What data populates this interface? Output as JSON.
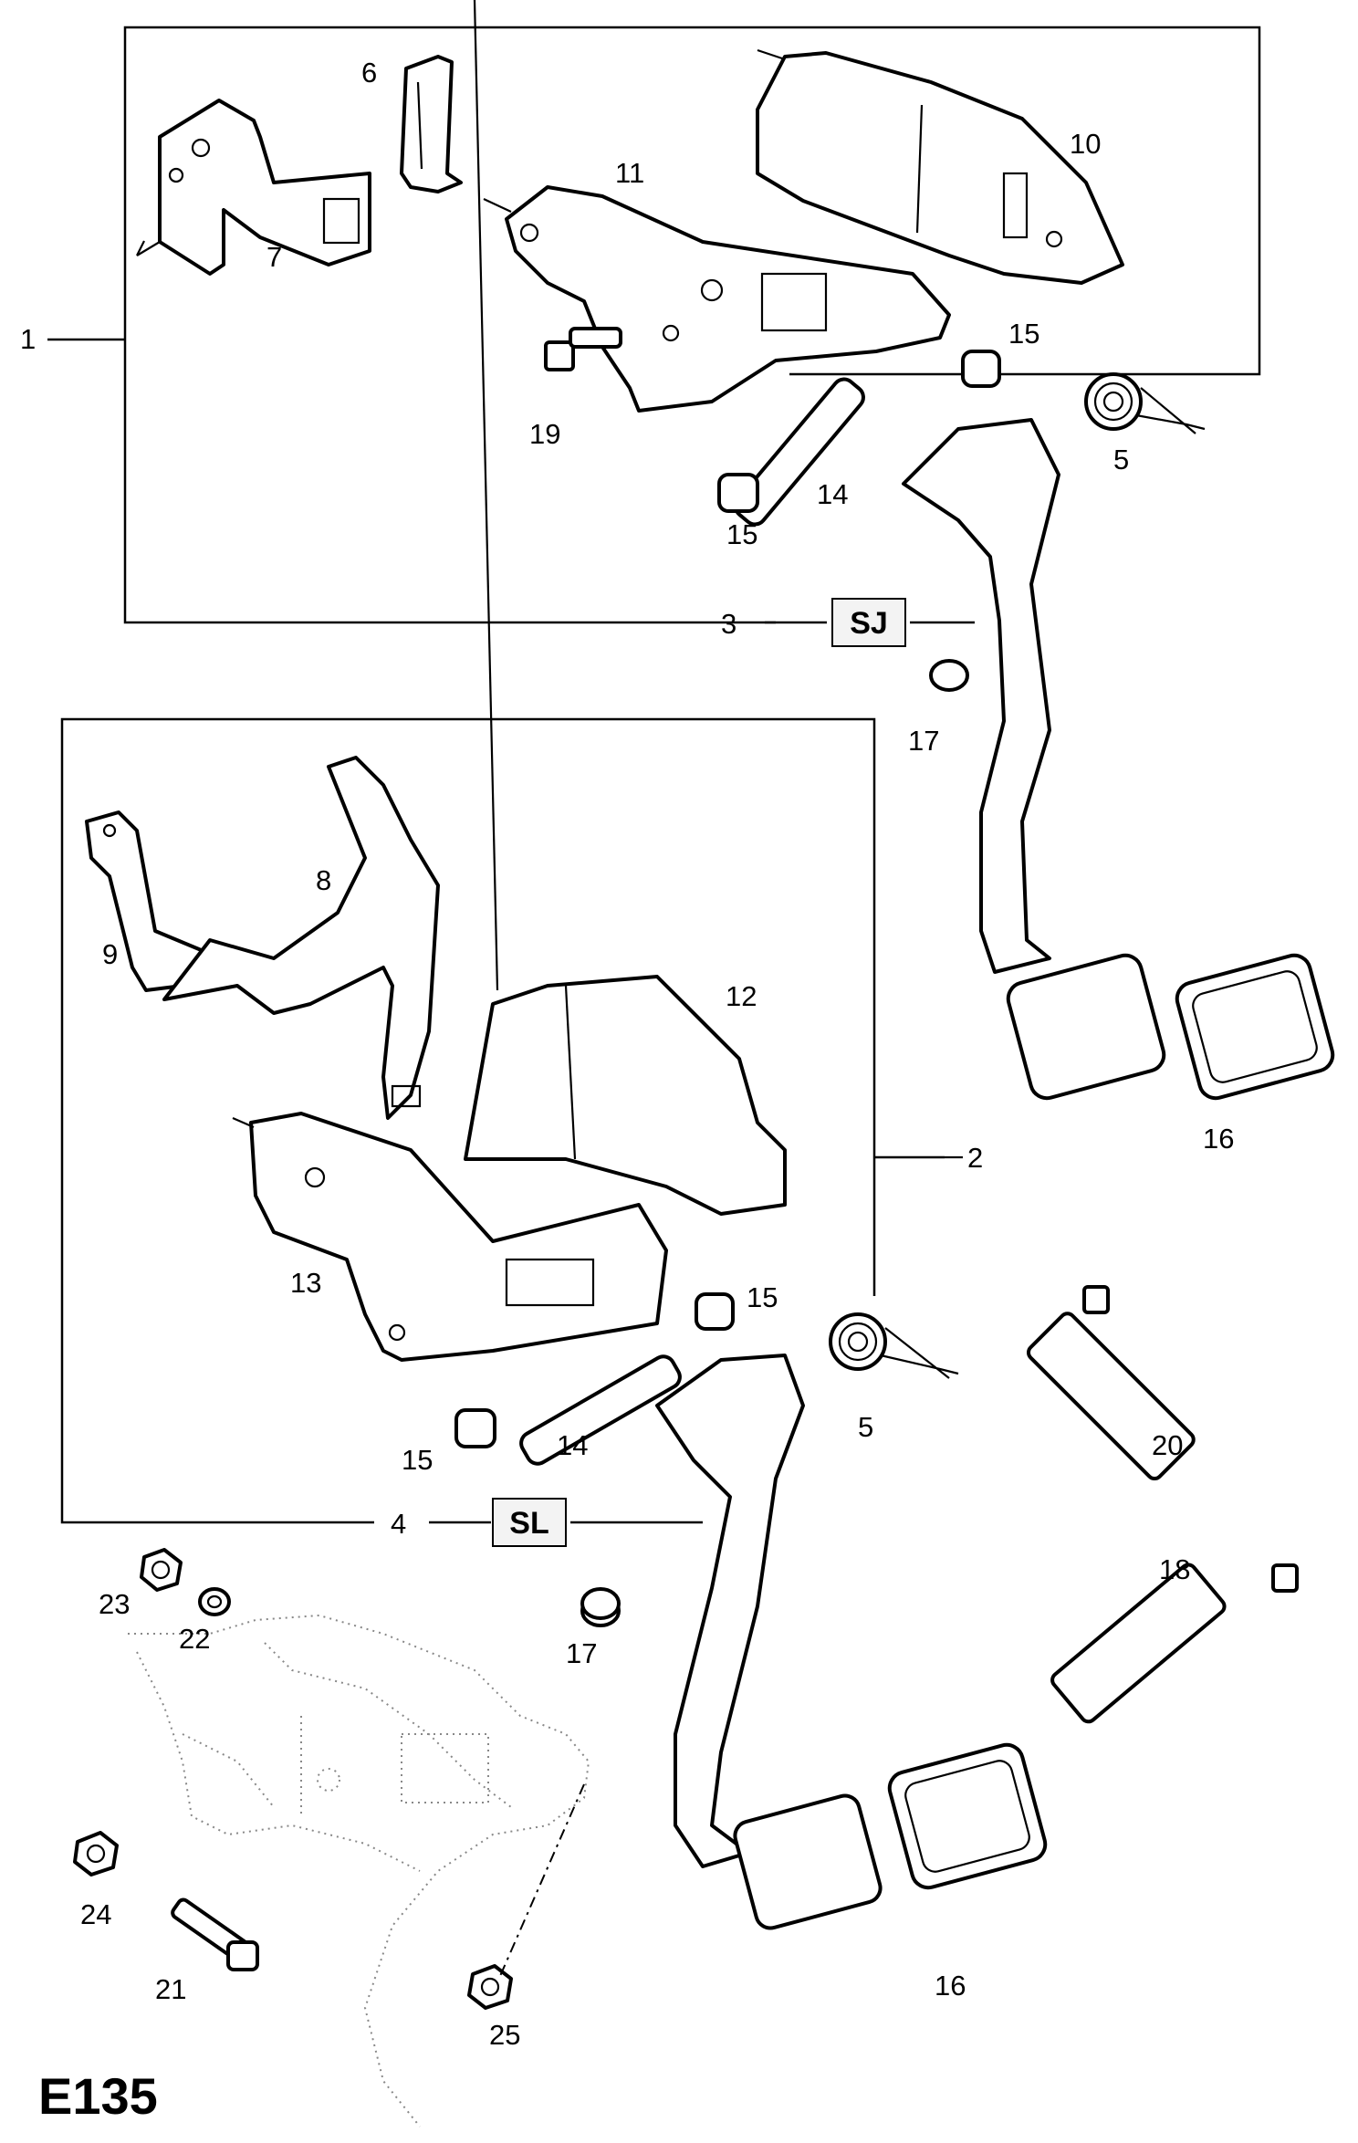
{
  "diagram_code": "E135",
  "variants": [
    {
      "ref": "3",
      "code": "SJ"
    },
    {
      "ref": "4",
      "code": "SL"
    }
  ],
  "labels": {
    "l1": "1",
    "l2": "2",
    "l3": "3",
    "l4": "4",
    "l5a": "5",
    "l5b": "5",
    "l6": "6",
    "l7": "7",
    "l8": "8",
    "l9": "9",
    "l10": "10",
    "l11": "11",
    "l12": "12",
    "l13": "13",
    "l14a": "14",
    "l14b": "14",
    "l15a": "15",
    "l15b": "15",
    "l15c": "15",
    "l15d": "15",
    "l16a": "16",
    "l16b": "16",
    "l17a": "17",
    "l17b": "17",
    "l18": "18",
    "l19": "19",
    "l20": "20",
    "l21": "21",
    "l22": "22",
    "l23": "23",
    "l24": "24",
    "l25": "25"
  }
}
